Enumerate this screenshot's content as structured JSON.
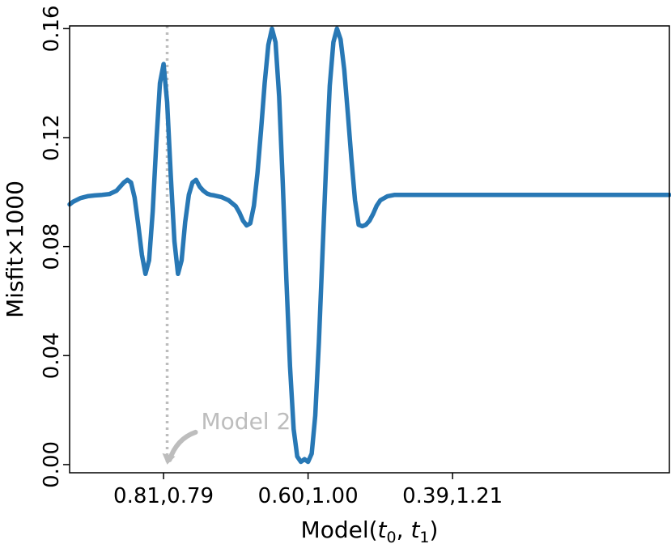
{
  "chart_data": {
    "type": "line",
    "xlabel_prefix": "Model(",
    "xlabel_t0": "t",
    "xlabel_t0_sub": "0",
    "xlabel_sep": ", ",
    "xlabel_t1": "t",
    "xlabel_t1_sub": "1",
    "xlabel_suffix": ")",
    "ylabel": "Misfit×1000",
    "xlim": [
      -6.6,
      10.0
    ],
    "ylim": [
      -0.003,
      0.161
    ],
    "x_ticks": [
      {
        "value": -4.0,
        "label": "0.81,0.79"
      },
      {
        "value": 0.0,
        "label": "0.60,1.00"
      },
      {
        "value": 4.0,
        "label": "0.39,1.21"
      }
    ],
    "y_ticks": [
      {
        "value": 0.0,
        "label": "0.00"
      },
      {
        "value": 0.04,
        "label": "0.04"
      },
      {
        "value": 0.08,
        "label": "0.08"
      },
      {
        "value": 0.12,
        "label": "0.12"
      },
      {
        "value": 0.16,
        "label": "0.16"
      }
    ],
    "grid": false,
    "series": [
      {
        "color": "#2878b5",
        "x": [
          -6.6,
          -6.5,
          -6.3,
          -6.1,
          -5.9,
          -5.7,
          -5.5,
          -5.3,
          -5.1,
          -5.0,
          -4.9,
          -4.8,
          -4.7,
          -4.6,
          -4.5,
          -4.4,
          -4.3,
          -4.2,
          -4.1,
          -4.0,
          -3.9,
          -3.8,
          -3.7,
          -3.6,
          -3.5,
          -3.4,
          -3.3,
          -3.2,
          -3.1,
          -3.0,
          -2.9,
          -2.8,
          -2.7,
          -2.6,
          -2.4,
          -2.2,
          -2.0,
          -1.9,
          -1.8,
          -1.7,
          -1.6,
          -1.5,
          -1.4,
          -1.3,
          -1.2,
          -1.1,
          -1.0,
          -0.9,
          -0.8,
          -0.7,
          -0.6,
          -0.5,
          -0.4,
          -0.3,
          -0.2,
          -0.1,
          0.0,
          0.1,
          0.2,
          0.3,
          0.4,
          0.5,
          0.6,
          0.7,
          0.8,
          0.9,
          1.0,
          1.1,
          1.2,
          1.3,
          1.4,
          1.5,
          1.6,
          1.7,
          1.8,
          1.9,
          2.0,
          2.2,
          2.4,
          2.6,
          2.8,
          3.0,
          3.5,
          4.0,
          5.0,
          6.0,
          7.0,
          8.0,
          9.0,
          10.0
        ],
        "y": [
          0.0955,
          0.0965,
          0.0978,
          0.0985,
          0.0988,
          0.099,
          0.0993,
          0.1005,
          0.1035,
          0.1045,
          0.1035,
          0.098,
          0.088,
          0.077,
          0.07,
          0.075,
          0.093,
          0.118,
          0.14,
          0.147,
          0.133,
          0.106,
          0.082,
          0.07,
          0.075,
          0.089,
          0.099,
          0.1035,
          0.1045,
          0.102,
          0.1005,
          0.0995,
          0.099,
          0.0988,
          0.0982,
          0.097,
          0.0948,
          0.0925,
          0.0895,
          0.0878,
          0.0885,
          0.095,
          0.107,
          0.123,
          0.14,
          0.154,
          0.16,
          0.155,
          0.135,
          0.103,
          0.068,
          0.036,
          0.013,
          0.003,
          0.001,
          0.002,
          0.001,
          0.004,
          0.018,
          0.045,
          0.078,
          0.11,
          0.139,
          0.155,
          0.16,
          0.156,
          0.145,
          0.129,
          0.112,
          0.097,
          0.088,
          0.0875,
          0.088,
          0.0895,
          0.092,
          0.095,
          0.097,
          0.0985,
          0.099,
          0.099,
          0.099,
          0.099,
          0.099,
          0.099,
          0.099,
          0.099,
          0.099,
          0.099,
          0.099,
          0.099
        ]
      }
    ],
    "annotations": [
      {
        "text": "Model 2",
        "x": -3.9,
        "y": 0.0,
        "color": "#bdbdbd"
      }
    ]
  }
}
